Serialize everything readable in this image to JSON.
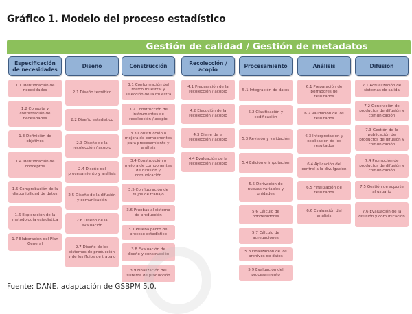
{
  "title": "Gráfico 1. Modelo del proceso estadístico",
  "banner": "Gestión de calidad / Gestión de metadatos",
  "source": "Fuente: DANE, adaptación de GSBPM 5.0.",
  "colors": {
    "banner": "#8cc05b",
    "phase_header": "#94b3d7",
    "phase_border": "#3f5c82",
    "subprocess": "#f6c1c5"
  },
  "phases": [
    {
      "label": "Especificación de necesidades",
      "items": [
        "1.1 Identificación de necesidades",
        "1.2 Consulta y confirmación de necesidades",
        "1.3 Definición de objetivos",
        "1.4 Identificación de conceptos",
        "1.5 Comprobación de la disponibilidad de datos",
        "1.6 Exploración de la metodología estadística",
        "1.7 Elaboración del Plan General"
      ]
    },
    {
      "label": "Diseño",
      "items": [
        "2.1 Diseño temático",
        "2.2 Diseño estadístico",
        "2.3 Diseño de la recolección / acopio",
        "2.4 Diseño del procesamiento y análisis",
        "2.5 Diseño de la difusión y comunicación",
        "2.6 Diseño de la evaluación",
        "2.7 Diseño de los sistemas de producción y de los flujos de trabajo"
      ]
    },
    {
      "label": "Construcción",
      "items": [
        "3.1 Conformación del marco muestral y selección de la muestra",
        "3.2 Construcción de instrumentos de recolección / acopio",
        "3.3 Construcción o mejora de componentes para procesamiento y análisis",
        "3.4 Construcción o mejora de componentes de difusión y comunicación",
        "3.5 Configuración de flujos de trabajo",
        "3.6 Pruebas al sistema de producción",
        "3.7 Prueba piloto del proceso estadístico",
        "3.8 Evaluación de diseño y construcción",
        "3.9 Finalización del sistema de producción"
      ]
    },
    {
      "label": "Recolección / acopio",
      "items": [
        "4.1 Preparación de la recolección / acopio",
        "4.2 Ejecución de la recolección / acopio",
        "4.3 Cierre de la recolección / acopio",
        "4.4 Evaluación de la recolección / acopio"
      ]
    },
    {
      "label": "Procesamiento",
      "items": [
        "5.1 Integración de datos",
        "5.2 Clasificación y codificación",
        "5.3 Revisión y validación",
        "5.4 Edición e imputación",
        "5.5 Derivación de nuevas variables y unidades",
        "5.6 Cálculo de ponderadores",
        "5.7 Cálculo de agregaciones",
        "5.8 Finalización de los archivos de datos",
        "5.9 Evaluación del procesamiento"
      ]
    },
    {
      "label": "Análisis",
      "items": [
        "6.1 Preparación de borradores de resultados",
        "6.2 Validación de los resultados",
        "6.3 Interpretación y explicación de los resultados",
        "6.4 Aplicación del control a la divulgación",
        "6.5 Finalización de resultados",
        "6.6 Evaluación del análisis"
      ]
    },
    {
      "label": "Difusión",
      "items": [
        "7.1 Actualización de sistemas de salida",
        "7.2 Generación de productos de difusión y comunicación",
        "7.3 Gestión de la publicación de productos de difusión y comunicación",
        "7.4 Promoción de productos de difusión y comunicación",
        "7.5 Gestión de soporte al usuario",
        "7.6 Evaluación de la difusión y comunicación"
      ]
    }
  ]
}
